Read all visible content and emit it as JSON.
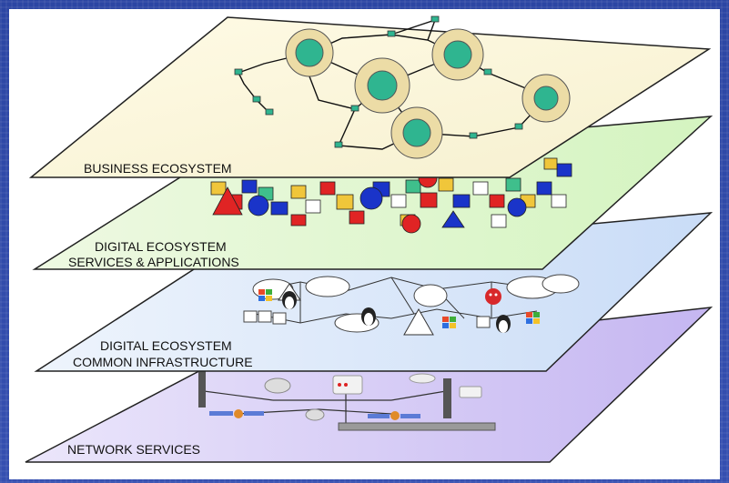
{
  "layers": [
    {
      "id": "business",
      "label_lines": [
        "BUSINESS ECOSYSTEM"
      ],
      "fill": "#fbf7dc"
    },
    {
      "id": "services",
      "label_lines": [
        "DIGITAL ECOSYSTEM",
        "SERVICES & APPLICATIONS"
      ],
      "fill": "#e4f7cf"
    },
    {
      "id": "infrastructure",
      "label_lines": [
        "DIGITAL ECOSYSTEM",
        "COMMON INFRASTRUCTURE"
      ],
      "fill": "#dbe9fb"
    },
    {
      "id": "network",
      "label_lines": [
        "NETWORK SERVICES"
      ],
      "fill": "#dcd2f6"
    }
  ],
  "colors": {
    "background": "#2f49a6",
    "hub": "#2fb590",
    "hub_ring": "#ecdca6",
    "puzzle_red": "#e02424",
    "puzzle_blue": "#1a34c9",
    "puzzle_yellow": "#f0c63a",
    "puzzle_green": "#3fbf8c"
  },
  "icons": [
    "hub-node-icon",
    "puzzle-piece-icon",
    "cloud-icon",
    "penguin-icon",
    "windows-logo-icon",
    "devil-icon",
    "triangle-icon",
    "server-icon",
    "satellite-dish-icon",
    "satellite-icon",
    "router-icon"
  ]
}
